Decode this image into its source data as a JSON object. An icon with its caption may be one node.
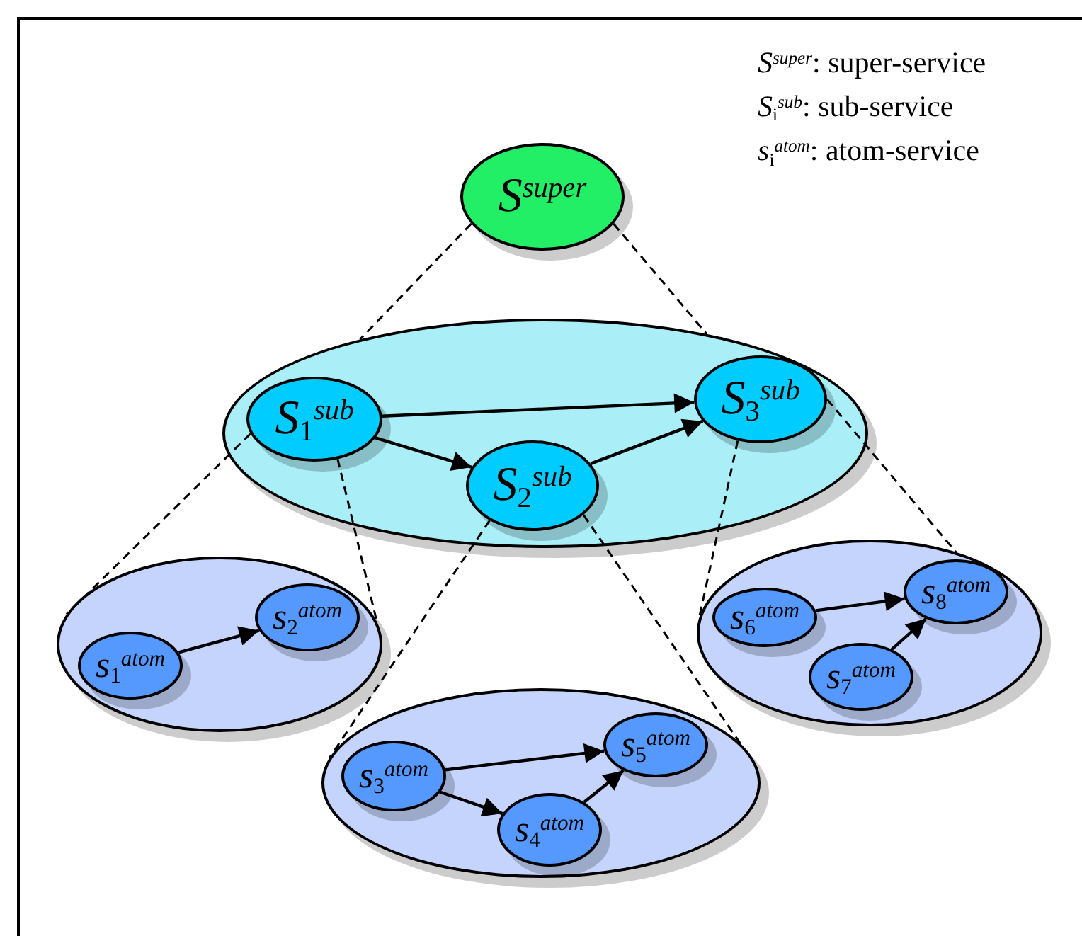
{
  "diagram": {
    "nodes": [
      {
        "text": [
          "*S*$^{super}$"
        ]
      },
      {
        "text": [],
        "shape": "ellipse"
      },
      {
        "text": [
          "*S*$_{1}$$^{sub}$"
        ],
        "in": 1
      },
      {
        "text": [
          "*S*$_{2}$$^{sub}$"
        ],
        "in": 1
      },
      {
        "text": [
          "*S*$_{3}$$^{sub}$"
        ],
        "in": 1
      },
      {
        "text": [],
        "shape": "ellipse"
      },
      {
        "text": [
          "*s*$_{1}$$^{atom}$"
        ],
        "in": 5
      },
      {
        "text": [
          "*s*$_{2}$$^{atom}$"
        ],
        "in": 5
      },
      {
        "text": [],
        "shape": "ellipse"
      },
      {
        "text": [
          "*s*$_{3}$$^{atom}$"
        ],
        "in": 8
      },
      {
        "text": [
          "*s*$_{4}$$^{atom}$"
        ],
        "in": 8
      },
      {
        "text": [
          "*s*$_{5}$$^{atom}$"
        ],
        "in": 8
      },
      {
        "text": [],
        "shape": "ellipse"
      },
      {
        "text": [
          "*s*$_{6}$$^{atom}$"
        ],
        "in": 12
      },
      {
        "text": [
          "*s*$_{7}$$^{atom}$"
        ],
        "in": 12
      },
      {
        "text": [
          "*s*$_{8}$$^{atom}$"
        ],
        "in": 12
      }
    ],
    "edges": [
      {
        "from": 2,
        "to": 4,
        "arrow": "to"
      },
      {
        "from": 2,
        "to": 3,
        "arrow": "to"
      },
      {
        "from": 3,
        "to": 4,
        "arrow": "to"
      },
      {
        "from": 6,
        "to": 7,
        "arrow": "to"
      },
      {
        "from": 9,
        "to": 11,
        "arrow": "to"
      },
      {
        "from": 9,
        "to": 10,
        "arrow": "to"
      },
      {
        "from": 10,
        "to": 11,
        "arrow": "to"
      },
      {
        "from": 13,
        "to": 15,
        "arrow": "to"
      },
      {
        "from": 14,
        "to": 15,
        "arrow": "to"
      },
      {
        "from": 0,
        "to": 1,
        "arrow": "none",
        "style": "dashed"
      },
      {
        "from": 0,
        "to": 1,
        "arrow": "none",
        "style": "dashed"
      },
      {
        "from": 2,
        "to": 5,
        "arrow": "none",
        "style": "dashed"
      },
      {
        "from": 2,
        "to": 5,
        "arrow": "none",
        "style": "dashed"
      },
      {
        "from": 3,
        "to": 8,
        "arrow": "none",
        "style": "dashed"
      },
      {
        "from": 3,
        "to": 8,
        "arrow": "none",
        "style": "dashed"
      },
      {
        "from": 4,
        "to": 12,
        "arrow": "none",
        "style": "dashed"
      },
      {
        "from": 4,
        "to": 12,
        "arrow": "none",
        "style": "dashed"
      }
    ],
    "labels": [
      "*S*$^{super}$: super-service",
      "*S*$_{i}$$^{sub}$: sub-service",
      "*s*$_{i}$$^{atom}$: atom-service"
    ]
  }
}
